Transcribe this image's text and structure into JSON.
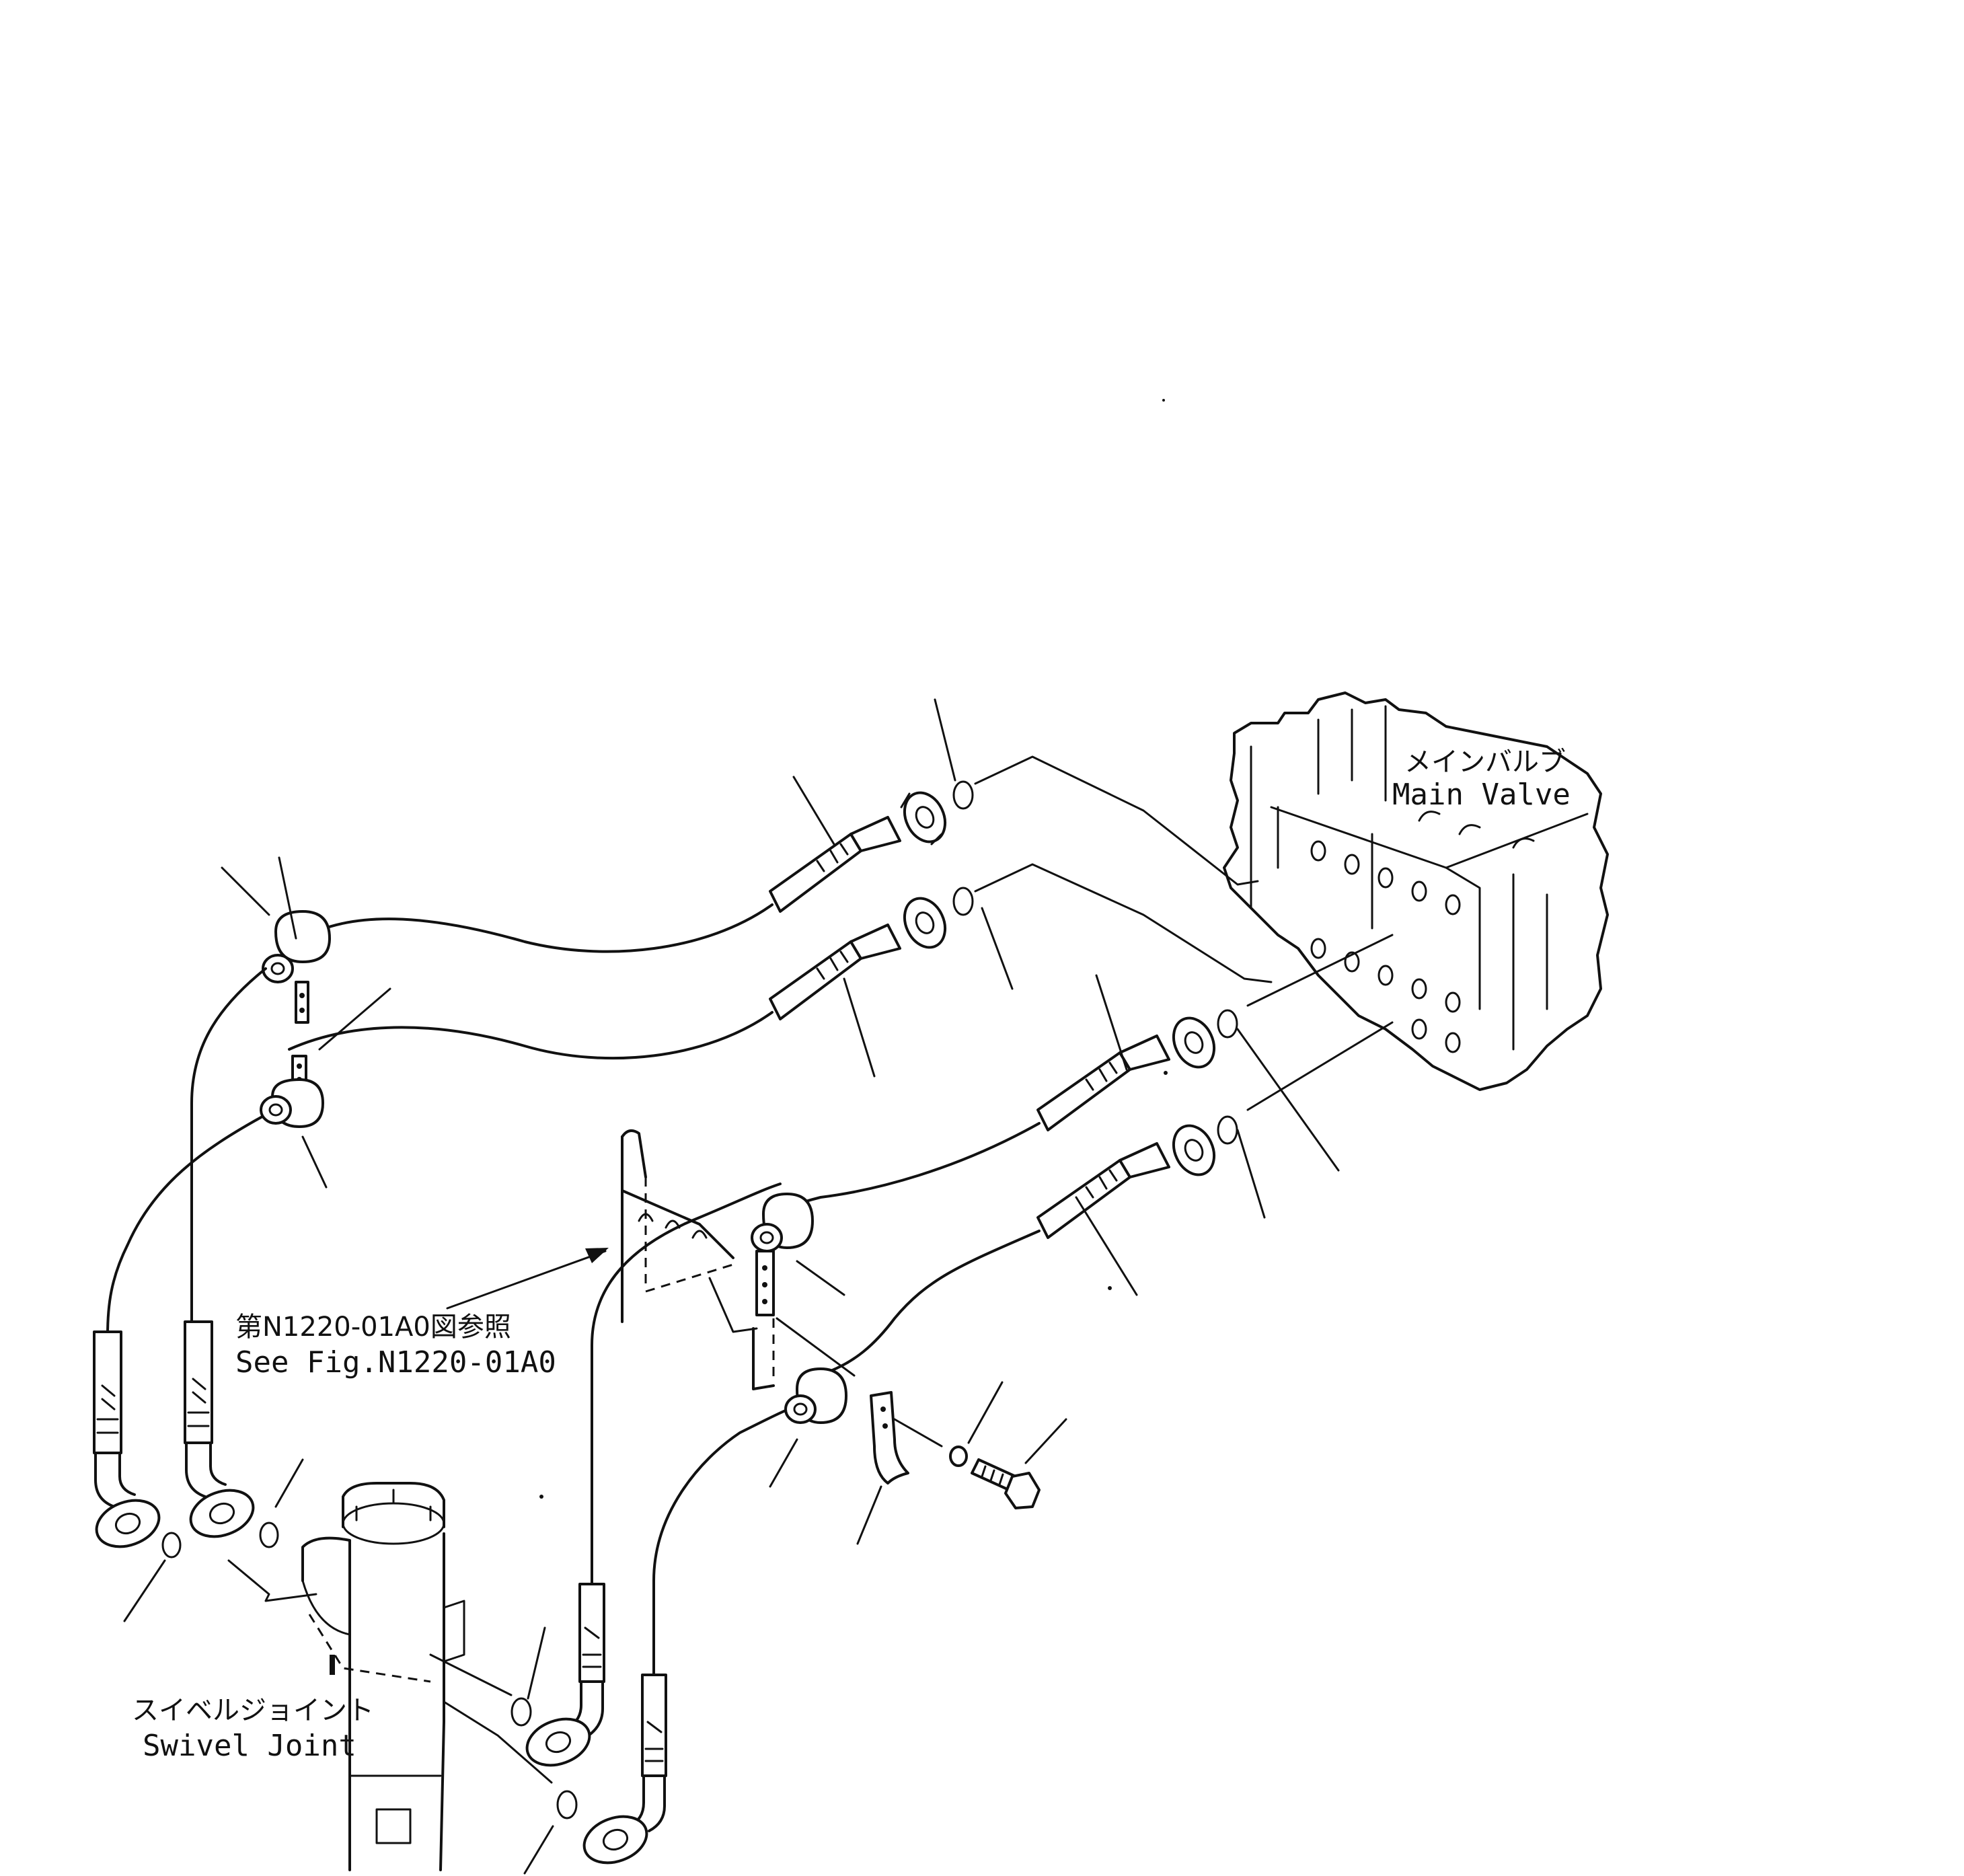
{
  "labels": {
    "main_valve_jp": "メインバルブ",
    "main_valve_en": "Main Valve",
    "see_fig_jp": "第N1220-01A0図参照",
    "see_fig_en": "See Fig.N1220-01A0",
    "swivel_joint_jp": "スイベルジョイント",
    "swivel_joint_en": "Swivel Joint"
  },
  "icons": {
    "main_valve": "main-valve-icon",
    "swivel_joint": "swivel-joint-icon",
    "bolt": "bolt-icon",
    "washer": "washer-icon",
    "clamp": "clamp-icon",
    "bracket": "bracket-icon"
  }
}
